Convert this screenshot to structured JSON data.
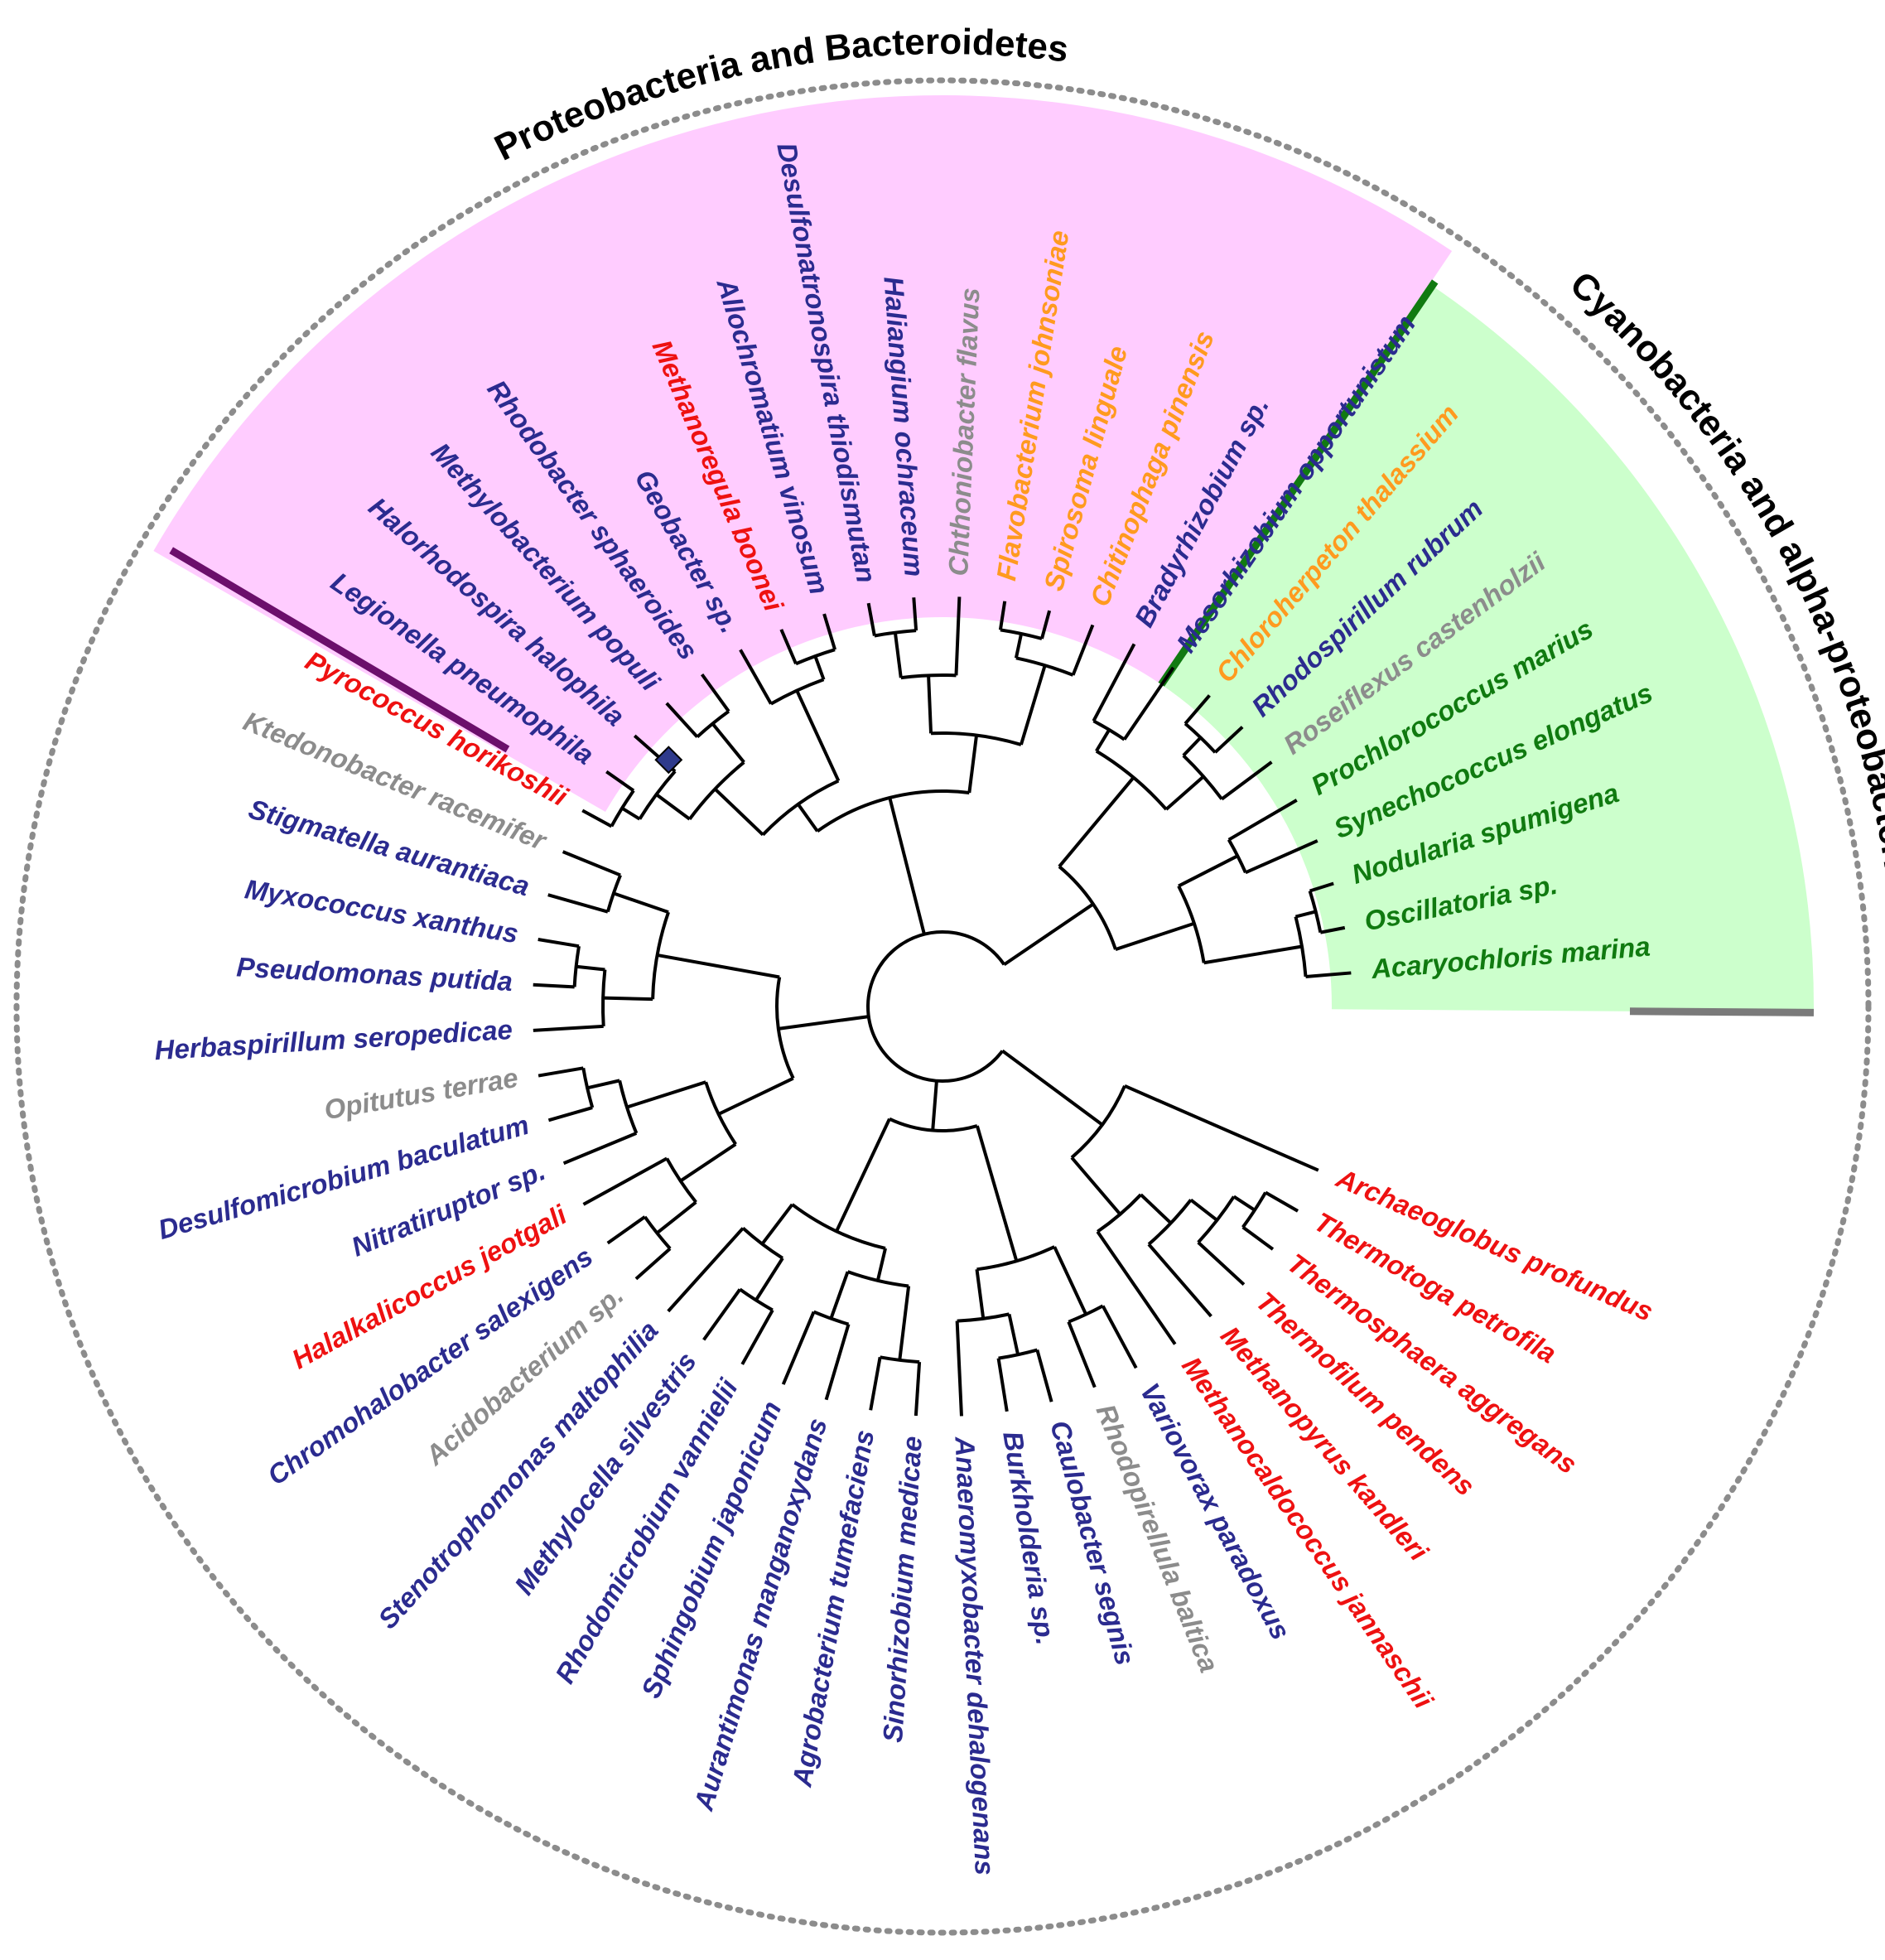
{
  "colors": {
    "pink_region": "#ffccff",
    "green_region": "#ccffcc",
    "dotted_ring": "#8c8c8c",
    "cyano_bar": "#117a11",
    "archaea_bar": "#7a7a7a",
    "proteo_bar": "#6b0f6b",
    "root_marker": "#2e3a8c"
  },
  "groups": {
    "proteobacteria_bacteroidetes": "Proteobacteria and Bacteroidetes",
    "cyanobacteria_alpha": "Cyanobacteria and alpha-proteobacteria"
  },
  "taxa": [
    {
      "label": "Acaryochloris marina",
      "color": "#107a10"
    },
    {
      "label": "Oscillatoria sp.",
      "color": "#107a10"
    },
    {
      "label": "Nodularia spumigena",
      "color": "#107a10"
    },
    {
      "label": "Synechococcus elongatus",
      "color": "#107a10"
    },
    {
      "label": "Prochlorococcus marius",
      "color": "#107a10"
    },
    {
      "label": "Roseiflexus castenholzii",
      "color": "#8c8c8c"
    },
    {
      "label": "Rhodospirillum rubrum",
      "color": "#2b2b8f"
    },
    {
      "label": "Chloroherpeton thalassium",
      "color": "#ff9a1f"
    },
    {
      "label": "Mesorhizobium opportunistum",
      "color": "#2b2b8f"
    },
    {
      "label": "Bradyrhizobium sp.",
      "color": "#2b2b8f"
    },
    {
      "label": "Chitinophaga pinensis",
      "color": "#ff9a1f"
    },
    {
      "label": "Spirosoma linguale",
      "color": "#ff9a1f"
    },
    {
      "label": "Flavobacterium johnsoniae",
      "color": "#ff9a1f"
    },
    {
      "label": "Chthoniobacter flavus",
      "color": "#8c8c8c"
    },
    {
      "label": "Haliangium ochraceum",
      "color": "#2b2b8f"
    },
    {
      "label": "Desulfonatronospira thiodismutan",
      "color": "#2b2b8f"
    },
    {
      "label": "Allochromatium vinosum",
      "color": "#2b2b8f"
    },
    {
      "label": "Methanoregula boonei",
      "color": "#ee1111"
    },
    {
      "label": "Geobacter sp.",
      "color": "#2b2b8f"
    },
    {
      "label": "Rhodobacter sphaeroides",
      "color": "#2b2b8f"
    },
    {
      "label": "Methylobacterium populi",
      "color": "#2b2b8f"
    },
    {
      "label": "Halorhodospira halophila",
      "color": "#2b2b8f"
    },
    {
      "label": "Legionella pneumophila",
      "color": "#2b2b8f"
    },
    {
      "label": "Pyrococcus horikoshii",
      "color": "#ee1111"
    },
    {
      "label": "Ktedonobacter racemifer",
      "color": "#8c8c8c"
    },
    {
      "label": "Stigmatella aurantiaca",
      "color": "#2b2b8f"
    },
    {
      "label": "Myxococcus xanthus",
      "color": "#2b2b8f"
    },
    {
      "label": "Pseudomonas putida",
      "color": "#2b2b8f"
    },
    {
      "label": "Herbaspirillum seropedicae",
      "color": "#2b2b8f"
    },
    {
      "label": "Opitutus terrae",
      "color": "#8c8c8c"
    },
    {
      "label": "Desulfomicrobium baculatum",
      "color": "#2b2b8f"
    },
    {
      "label": "Nitratiruptor sp.",
      "color": "#2b2b8f"
    },
    {
      "label": "Halalkalicoccus jeotgali",
      "color": "#ee1111"
    },
    {
      "label": "Chromohalobacter salexigens",
      "color": "#2b2b8f"
    },
    {
      "label": "Acidobacterium sp.",
      "color": "#8c8c8c"
    },
    {
      "label": "Stenotrophomonas maltophilia",
      "color": "#2b2b8f"
    },
    {
      "label": "Methylocella silvestris",
      "color": "#2b2b8f"
    },
    {
      "label": "Rhodomicrobium vannielii",
      "color": "#2b2b8f"
    },
    {
      "label": "Sphingobium japonicum",
      "color": "#2b2b8f"
    },
    {
      "label": "Aurantimonas manganoxydans",
      "color": "#2b2b8f"
    },
    {
      "label": "Agrobacterium tumefaciens",
      "color": "#2b2b8f"
    },
    {
      "label": "Sinorhizobium medicae",
      "color": "#2b2b8f"
    },
    {
      "label": "Anaeromyxobacter dehalogenans",
      "color": "#2b2b8f"
    },
    {
      "label": "Burkholderia sp.",
      "color": "#2b2b8f"
    },
    {
      "label": "Caulobacter segnis",
      "color": "#2b2b8f"
    },
    {
      "label": "Rhodopirellula baltica",
      "color": "#8c8c8c"
    },
    {
      "label": "Variovorax paradoxus",
      "color": "#2b2b8f"
    },
    {
      "label": "Methanocaldococcus jannaschii",
      "color": "#ee1111"
    },
    {
      "label": "Methanopyrus kandleri",
      "color": "#ee1111"
    },
    {
      "label": "Thermofilum pendens",
      "color": "#ee1111"
    },
    {
      "label": "Thermosphaera aggregans",
      "color": "#ee1111"
    },
    {
      "label": "Thermotoga petrofila",
      "color": "#ee1111"
    },
    {
      "label": "Archaeoglobus profundus",
      "color": "#ee1111"
    }
  ]
}
